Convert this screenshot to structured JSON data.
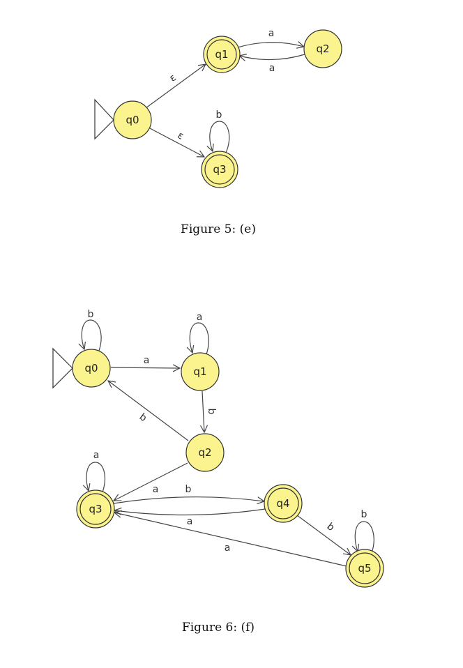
{
  "figures": [
    {
      "caption": "Figure 5: (e)",
      "states": [
        {
          "id": "q0",
          "label": "q0",
          "initial": true,
          "accepting": false
        },
        {
          "id": "q1",
          "label": "q1",
          "initial": false,
          "accepting": true
        },
        {
          "id": "q2",
          "label": "q2",
          "initial": false,
          "accepting": false
        },
        {
          "id": "q3",
          "label": "q3",
          "initial": false,
          "accepting": true
        }
      ],
      "transitions": [
        {
          "from": "q0",
          "to": "q1",
          "label": "ε"
        },
        {
          "from": "q0",
          "to": "q3",
          "label": "ε"
        },
        {
          "from": "q1",
          "to": "q2",
          "label": "a"
        },
        {
          "from": "q2",
          "to": "q1",
          "label": "a"
        },
        {
          "from": "q3",
          "to": "q3",
          "label": "b"
        }
      ]
    },
    {
      "caption": "Figure 6: (f)",
      "states": [
        {
          "id": "q0",
          "label": "q0",
          "initial": true,
          "accepting": false
        },
        {
          "id": "q1",
          "label": "q1",
          "initial": false,
          "accepting": false
        },
        {
          "id": "q2",
          "label": "q2",
          "initial": false,
          "accepting": false
        },
        {
          "id": "q3",
          "label": "q3",
          "initial": false,
          "accepting": true
        },
        {
          "id": "q4",
          "label": "q4",
          "initial": false,
          "accepting": true
        },
        {
          "id": "q5",
          "label": "q5",
          "initial": false,
          "accepting": true
        }
      ],
      "transitions": [
        {
          "from": "q0",
          "to": "q0",
          "label": "b"
        },
        {
          "from": "q0",
          "to": "q1",
          "label": "a"
        },
        {
          "from": "q1",
          "to": "q1",
          "label": "a"
        },
        {
          "from": "q1",
          "to": "q2",
          "label": "b"
        },
        {
          "from": "q2",
          "to": "q0",
          "label": "b"
        },
        {
          "from": "q2",
          "to": "q3",
          "label": "a"
        },
        {
          "from": "q3",
          "to": "q3",
          "label": "a"
        },
        {
          "from": "q3",
          "to": "q4",
          "label": "b"
        },
        {
          "from": "q4",
          "to": "q3",
          "label": "a"
        },
        {
          "from": "q4",
          "to": "q5",
          "label": "b"
        },
        {
          "from": "q5",
          "to": "q5",
          "label": "b"
        },
        {
          "from": "q5",
          "to": "q3",
          "label": "a"
        }
      ]
    }
  ]
}
